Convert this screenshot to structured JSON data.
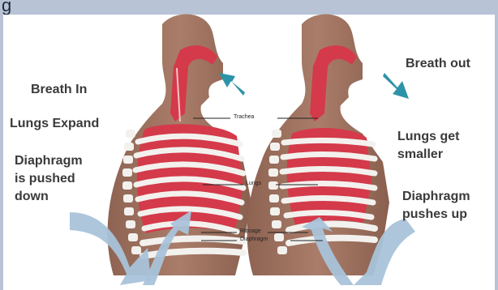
{
  "header": {
    "title_fragment": "g"
  },
  "left": {
    "label_breath": "Breath In",
    "label_lungs": "Lungs Expand",
    "label_diaphragm_1": "Diaphragm",
    "label_diaphragm_2": "is pushed",
    "label_diaphragm_3": "down"
  },
  "right": {
    "label_breath": "Breath out",
    "label_lungs_1": "Lungs get",
    "label_lungs_2": "smaller",
    "label_diaphragm_1": "Diaphragm",
    "label_diaphragm_2": "pushes up"
  },
  "parts": {
    "trachea": "Trachea",
    "lungs": "Lungs",
    "ribcage": "Ribcage",
    "diaphragm": "Diaphragm"
  },
  "colors": {
    "skin": "#a17562",
    "lung_red": "#d43a4a",
    "rib_white": "#f3f1ee",
    "arrow_teal": "#2d93a8",
    "arrow_blue": "#a9c3d9"
  }
}
